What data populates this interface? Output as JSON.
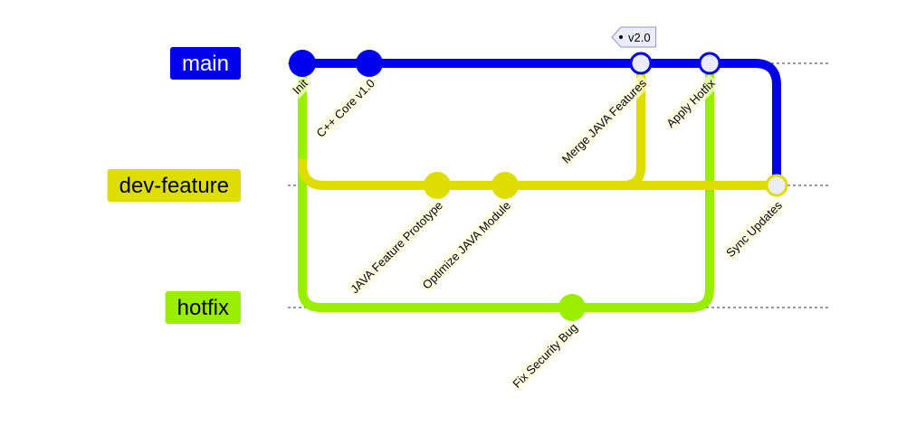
{
  "colors": {
    "main": "#0000ee",
    "dev_feature": "#dddd00",
    "hotfix": "#99ee00",
    "commit_label_bg": "#ffffde",
    "tag_bg": "#ececff",
    "tag_border": "#9393db",
    "merge_fill": "#ececff"
  },
  "branches": [
    {
      "id": "main",
      "label": "main",
      "text_color": "#ffffff"
    },
    {
      "id": "dev_feature",
      "label": "dev-feature",
      "text_color": "#000000"
    },
    {
      "id": "hotfix",
      "label": "hotfix",
      "text_color": "#000000"
    }
  ],
  "commits": [
    {
      "id": "c1",
      "branch": "main",
      "type": "normal",
      "label": "Init"
    },
    {
      "id": "c2",
      "branch": "main",
      "type": "normal",
      "label": "C++ Core v1.0"
    },
    {
      "id": "c3",
      "branch": "dev_feature",
      "type": "normal",
      "label": "JAVA Feature Prototype"
    },
    {
      "id": "c4",
      "branch": "dev_feature",
      "type": "normal",
      "label": "Optimize JAVA Module"
    },
    {
      "id": "c5",
      "branch": "main",
      "type": "merge",
      "label": "Merge JAVA Features",
      "tag": "v2.0"
    },
    {
      "id": "c6",
      "branch": "hotfix",
      "type": "normal",
      "label": "Fix Security Bug"
    },
    {
      "id": "c7",
      "branch": "main",
      "type": "merge",
      "label": "Apply Hotfix"
    },
    {
      "id": "c8",
      "branch": "dev_feature",
      "type": "merge",
      "label": "Sync Updates"
    }
  ]
}
